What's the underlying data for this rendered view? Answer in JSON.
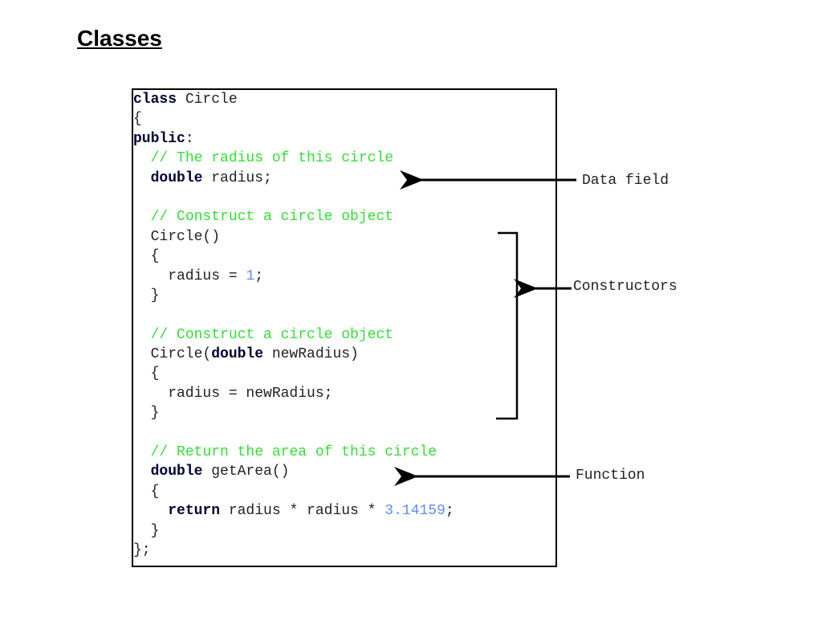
{
  "slide": {
    "title": "Classes"
  },
  "code": {
    "lines": [
      [
        {
          "t": "kw",
          "v": "class"
        },
        {
          "t": "pl",
          "v": " Circle"
        }
      ],
      [
        {
          "t": "pl",
          "v": "{"
        }
      ],
      [
        {
          "t": "kw",
          "v": "public"
        },
        {
          "t": "pl",
          "v": ":"
        }
      ],
      [
        {
          "t": "pl",
          "v": "  "
        },
        {
          "t": "cm",
          "v": "// The radius of this circle"
        }
      ],
      [
        {
          "t": "pl",
          "v": "  "
        },
        {
          "t": "kw",
          "v": "double"
        },
        {
          "t": "pl",
          "v": " radius;"
        }
      ],
      [
        {
          "t": "pl",
          "v": ""
        }
      ],
      [
        {
          "t": "pl",
          "v": "  "
        },
        {
          "t": "cm",
          "v": "// Construct a circle object"
        }
      ],
      [
        {
          "t": "pl",
          "v": "  Circle()"
        }
      ],
      [
        {
          "t": "pl",
          "v": "  {"
        }
      ],
      [
        {
          "t": "pl",
          "v": "    radius = "
        },
        {
          "t": "num",
          "v": "1"
        },
        {
          "t": "pl",
          "v": ";"
        }
      ],
      [
        {
          "t": "pl",
          "v": "  }"
        }
      ],
      [
        {
          "t": "pl",
          "v": ""
        }
      ],
      [
        {
          "t": "pl",
          "v": "  "
        },
        {
          "t": "cm",
          "v": "// Construct a circle object"
        }
      ],
      [
        {
          "t": "pl",
          "v": "  Circle("
        },
        {
          "t": "kw",
          "v": "double"
        },
        {
          "t": "pl",
          "v": " newRadius)"
        }
      ],
      [
        {
          "t": "pl",
          "v": "  {"
        }
      ],
      [
        {
          "t": "pl",
          "v": "    radius = newRadius;"
        }
      ],
      [
        {
          "t": "pl",
          "v": "  }"
        }
      ],
      [
        {
          "t": "pl",
          "v": ""
        }
      ],
      [
        {
          "t": "pl",
          "v": "  "
        },
        {
          "t": "cm",
          "v": "// Return the area of this circle"
        }
      ],
      [
        {
          "t": "pl",
          "v": "  "
        },
        {
          "t": "kw",
          "v": "double"
        },
        {
          "t": "pl",
          "v": " getArea()"
        }
      ],
      [
        {
          "t": "pl",
          "v": "  {"
        }
      ],
      [
        {
          "t": "pl",
          "v": "    "
        },
        {
          "t": "kw",
          "v": "return"
        },
        {
          "t": "pl",
          "v": " radius * radius * "
        },
        {
          "t": "num",
          "v": "3.14159"
        },
        {
          "t": "pl",
          "v": ";"
        }
      ],
      [
        {
          "t": "pl",
          "v": "  }"
        }
      ],
      [
        {
          "t": "pl",
          "v": "};"
        }
      ]
    ]
  },
  "annotations": {
    "data_field": "Data field",
    "constructors": "Constructors",
    "function": "Function"
  },
  "colors": {
    "keyword": "#000033",
    "comment": "#33dd33",
    "number": "#5b8ff0",
    "text": "#222222"
  }
}
